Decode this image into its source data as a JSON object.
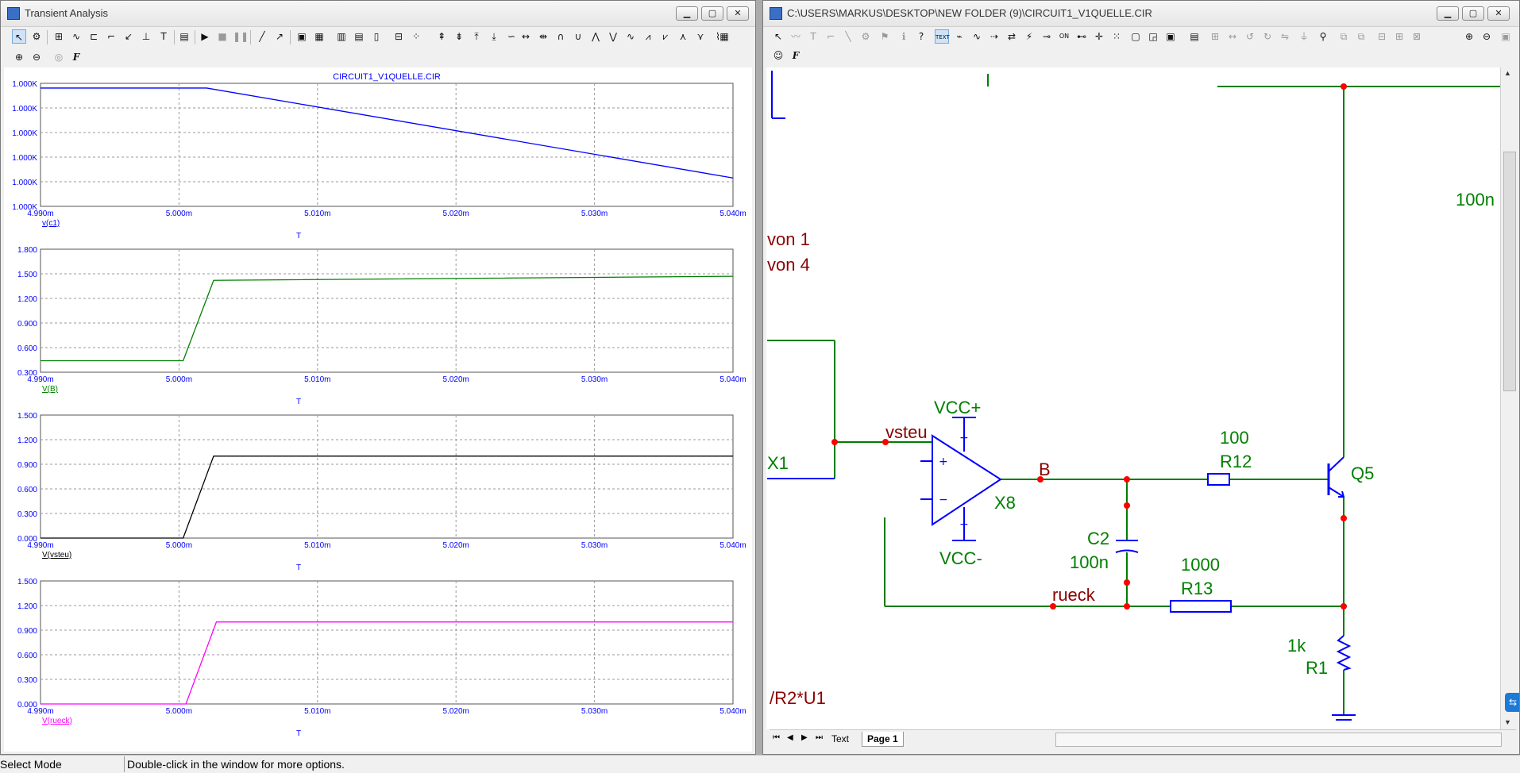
{
  "analysis_window": {
    "title": "Transient Analysis",
    "controls": {
      "minimize": "▁",
      "maximize": "▢",
      "close": "✕"
    },
    "chart_title": "CIRCUIT1_V1QUELLE.CIR",
    "x_axis_label": "T",
    "x_ticks": [
      "4.990m",
      "5.000m",
      "5.010m",
      "5.020m",
      "5.030m",
      "5.040m"
    ]
  },
  "schematic_window": {
    "title": "C:\\USERS\\MARKUS\\DESKTOP\\NEW FOLDER (9)\\CIRCUIT1_V1QUELLE.CIR",
    "controls": {
      "minimize": "▁",
      "maximize": "▢",
      "close": "✕"
    },
    "tabs": [
      "Text",
      "Page 1"
    ],
    "labels": {
      "von1": "von 1",
      "von4": "von 4",
      "top_cap": "100n",
      "x1": "X1",
      "vsteu": "vsteu",
      "vcc_plus": "VCC+",
      "vcc_minus": "VCC-",
      "x8": "X8",
      "b": "B",
      "r12_value": "100",
      "r12_name": "R12",
      "q5": "Q5",
      "c2_name": "C2",
      "c2_value": "100n",
      "r13_value": "1000",
      "r13_name": "R13",
      "rueck": "rueck",
      "r1_value": "1k",
      "r1_name": "R1",
      "expr": "/R2*U1",
      "plus_sign": "+",
      "minus_sign": "−"
    }
  },
  "statusbar": {
    "mode": "Select Mode",
    "hint": "Double-click in the window for more options."
  },
  "colors": {
    "wire": "#007c00",
    "component": "#0000ff",
    "node": "#ff0000",
    "label_dark_red": "#8b0000",
    "label_green": "#008000",
    "trace_vc1": "#0000ff",
    "trace_vb": "#008000",
    "trace_vsteu": "#000000",
    "trace_vrueck": "#ff00ff"
  },
  "chart_data": [
    {
      "type": "line",
      "title": "CIRCUIT1_V1QUELLE.CIR",
      "xlabel": "T",
      "ylabel": "",
      "series": [
        {
          "name": "v(c1)",
          "x": [
            4.99,
            5.002,
            5.04
          ],
          "y": [
            1.0,
            1.0,
            0.99962
          ]
        }
      ],
      "x_ticks": [
        "4.990m",
        "5.000m",
        "5.010m",
        "5.020m",
        "5.030m",
        "5.040m"
      ],
      "y_ticks": [
        "1.000K",
        "1.000K",
        "1.000K",
        "1.000K",
        "1.000K",
        "1.000K"
      ],
      "xlim": [
        4.99,
        5.04
      ],
      "ylim": [
        0.9995,
        1.00002
      ],
      "grid": true
    },
    {
      "type": "line",
      "xlabel": "T",
      "ylabel": "",
      "series": [
        {
          "name": "V(B)",
          "x": [
            4.99,
            5.0003,
            5.0025,
            5.04
          ],
          "y": [
            0.44,
            0.44,
            1.42,
            1.47
          ]
        }
      ],
      "x_ticks": [
        "4.990m",
        "5.000m",
        "5.010m",
        "5.020m",
        "5.030m",
        "5.040m"
      ],
      "y_ticks": [
        "1.800",
        "1.500",
        "1.200",
        "0.900",
        "0.600",
        "0.300"
      ],
      "xlim": [
        4.99,
        5.04
      ],
      "ylim": [
        0.3,
        1.8
      ],
      "grid": true
    },
    {
      "type": "line",
      "xlabel": "T",
      "ylabel": "",
      "series": [
        {
          "name": "V(vsteu)",
          "x": [
            4.99,
            5.0003,
            5.0025,
            5.04
          ],
          "y": [
            0.0,
            0.0,
            1.0,
            1.0
          ]
        }
      ],
      "x_ticks": [
        "4.990m",
        "5.000m",
        "5.010m",
        "5.020m",
        "5.030m",
        "5.040m"
      ],
      "y_ticks": [
        "1.500",
        "1.200",
        "0.900",
        "0.600",
        "0.300",
        "0.000"
      ],
      "xlim": [
        4.99,
        5.04
      ],
      "ylim": [
        0.0,
        1.5
      ],
      "grid": true
    },
    {
      "type": "line",
      "xlabel": "T",
      "ylabel": "",
      "series": [
        {
          "name": "V(rueck)",
          "x": [
            4.99,
            5.0005,
            5.0027,
            5.04
          ],
          "y": [
            0.0,
            0.0,
            1.0,
            1.0
          ]
        }
      ],
      "x_ticks": [
        "4.990m",
        "5.000m",
        "5.010m",
        "5.020m",
        "5.030m",
        "5.040m"
      ],
      "y_ticks": [
        "1.500",
        "1.200",
        "0.900",
        "0.600",
        "0.300",
        "0.000"
      ],
      "xlim": [
        4.99,
        5.04
      ],
      "ylim": [
        0.0,
        1.5
      ],
      "grid": true
    }
  ]
}
